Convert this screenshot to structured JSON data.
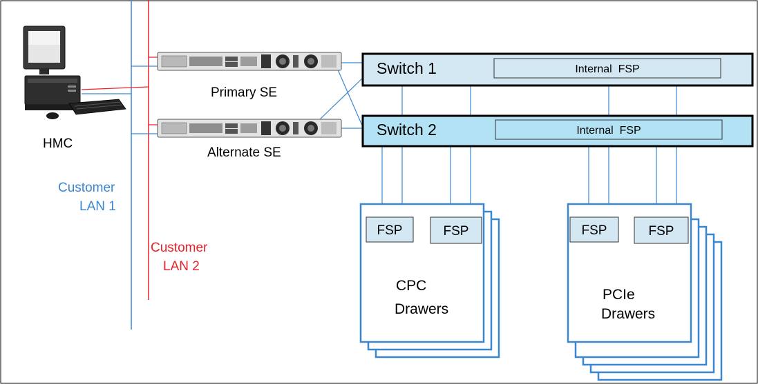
{
  "hmc": {
    "label": "HMC"
  },
  "se": {
    "primary_label": "Primary SE",
    "alternate_label": "Alternate SE"
  },
  "switches": [
    {
      "label": "Switch 1",
      "inner_label": "Internal  FSP"
    },
    {
      "label": "Switch 2",
      "inner_label": "Internal  FSP"
    }
  ],
  "lans": [
    {
      "line1": "Customer",
      "line2": "LAN 1",
      "color": "#3b86d1"
    },
    {
      "line1": "Customer",
      "line2": "LAN 2",
      "color": "#e8202a"
    }
  ],
  "drawer_groups": [
    {
      "line1": "CPC",
      "line2": "Drawers",
      "fsp_labels": [
        "FSP",
        "FSP"
      ]
    },
    {
      "line1": "PCIe",
      "line2": "Drawers",
      "fsp_labels": [
        "FSP",
        "FSP"
      ]
    }
  ],
  "colors": {
    "switch1_fill": "#d3e8f3",
    "switch2_fill": "#b3e2f5",
    "fsp_fill": "#d3e8f3",
    "link": "#3b86d1",
    "border": "#000000"
  }
}
